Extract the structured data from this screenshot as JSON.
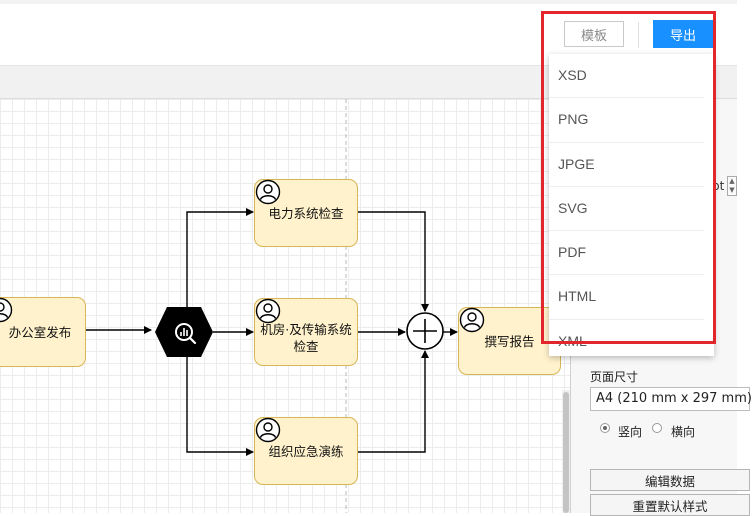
{
  "topbar": {
    "template_label": "模板",
    "export_label": "导出"
  },
  "export_menu": {
    "items": [
      "XSD",
      "PNG",
      "JPGE",
      "SVG",
      "PDF",
      "HTML",
      "XML"
    ]
  },
  "diagram": {
    "nodes": {
      "office_release": "办公室发布",
      "power_check": "电力系统检查",
      "room_check": "机房·及传输系统检查",
      "drill": "组织应急演练",
      "report": "撰写报告"
    }
  },
  "right_panel": {
    "unit_fragment": "pt",
    "page_size_label": "页面尺寸",
    "page_size_value": "A4 (210 mm x 297 mm)",
    "orientation_portrait": "竖向",
    "orientation_landscape": "横向",
    "orientation_selected": "竖向",
    "edit_data_button": "编辑数据",
    "reset_style_button": "重置默认样式"
  },
  "colors": {
    "accent": "#1890ff",
    "highlight_border": "#e3262b",
    "node_fill": "#fff2cc",
    "node_border": "#d6b656"
  },
  "icons": {
    "gateway": "search-chart-icon",
    "parallel_join": "plus-circle-icon",
    "task_type": "user-icon"
  }
}
